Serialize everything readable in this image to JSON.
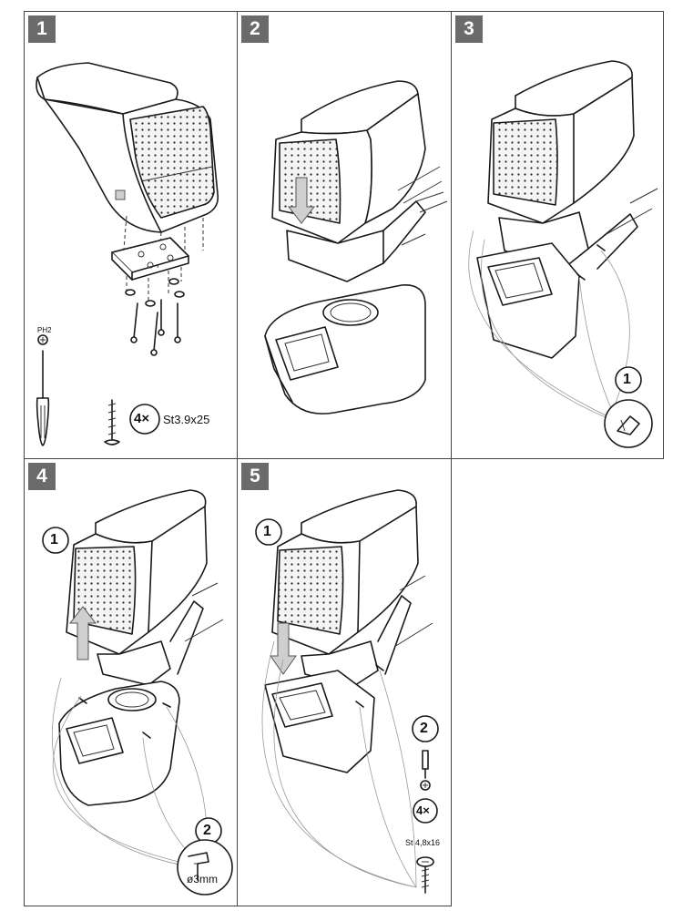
{
  "steps": [
    {
      "number": "1"
    },
    {
      "number": "2"
    },
    {
      "number": "3"
    },
    {
      "number": "4"
    },
    {
      "number": "5"
    }
  ],
  "step1": {
    "screwdriver_tip": "PH2",
    "quantity": "4×",
    "screw_spec": "St3.9x25"
  },
  "step3": {
    "callout": "1"
  },
  "step4": {
    "callout_1": "1",
    "callout_2": "2",
    "drill_size": "ø3mm"
  },
  "step5": {
    "callout_1": "1",
    "callout_2": "2",
    "quantity": "4×",
    "screw_spec": "St 4,8x16"
  }
}
